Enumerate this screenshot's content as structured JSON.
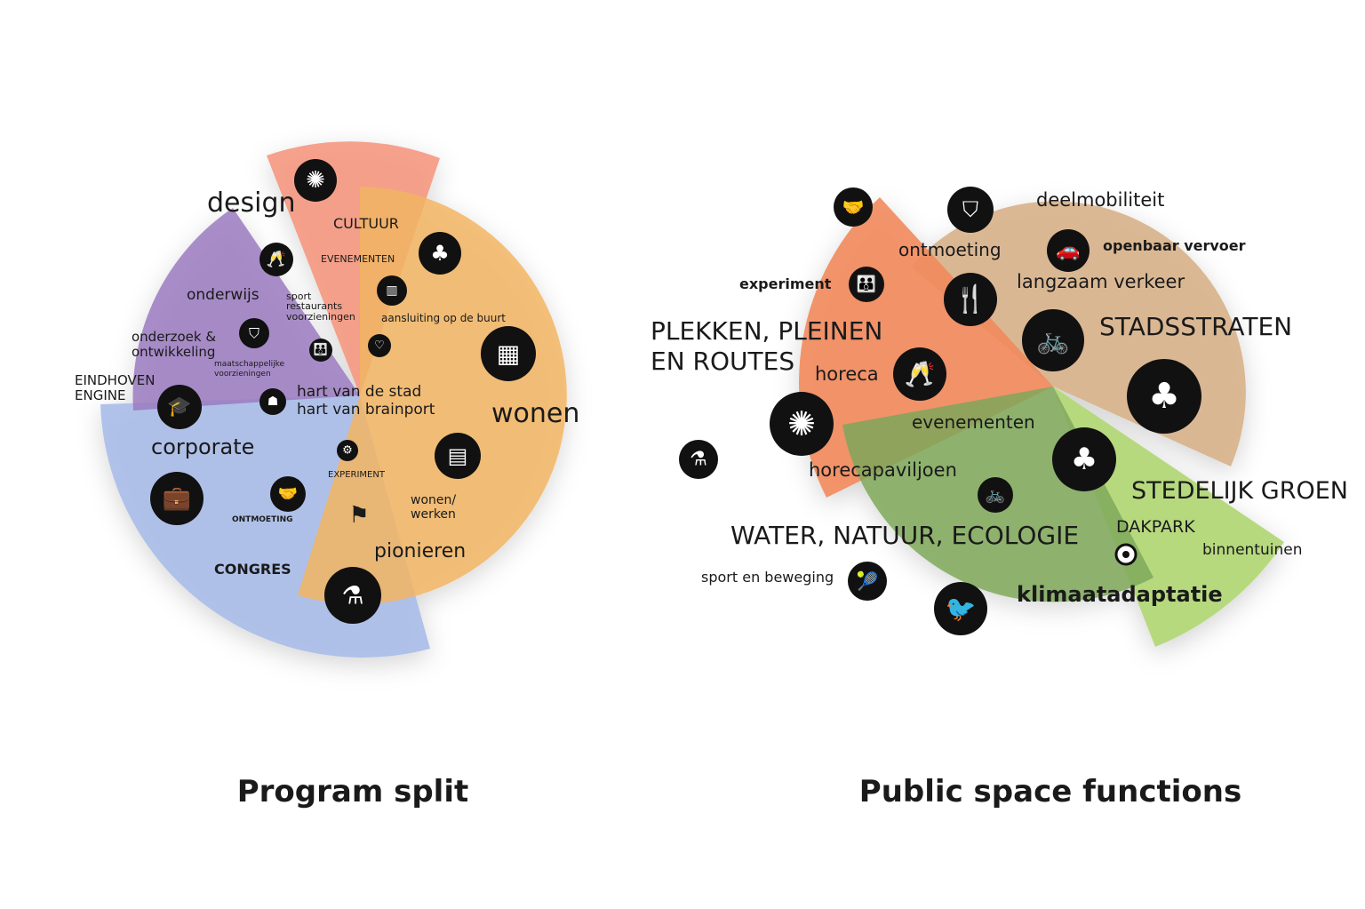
{
  "left": {
    "title": "Program split",
    "labels": {
      "design": "design",
      "cultuur": "CULTUUR",
      "evenementen": "EVENEMENTEN",
      "onderwijs": "onderwijs",
      "sport": "sport",
      "restaurants": "restaurants",
      "voorzieningen": "voorzieningen",
      "onderzoek1": "onderzoek &",
      "onderzoek2": "ontwikkeling",
      "maatschappelijk1": "maatschappelijke",
      "maatschappelijk2": "voorzieningen",
      "eindhoven1": "EINDHOVEN",
      "eindhoven2": "ENGINE",
      "aansluiting": "aansluiting op de buurt",
      "hart1": "hart van de stad",
      "hart2": "hart van brainport",
      "wonen": "wonen",
      "corporate": "corporate",
      "experiment": "EXPERIMENT",
      "wonenwerken1": "wonen/",
      "wonenwerken2": "werken",
      "ontmoeting": "ONTMOETING",
      "pionieren": "pionieren",
      "congres": "CONGRES"
    },
    "colors": {
      "wonen": "#f2b563",
      "cultuur": "#f4937a",
      "onderwijs": "#9b7bc1",
      "corporate": "#a9bde8"
    }
  },
  "right": {
    "title": "Public space functions",
    "labels": {
      "deelmobiliteit": "deelmobiliteit",
      "ontmoeting": "ontmoeting",
      "openbaar": "openbaar vervoer",
      "experiment": "experiment",
      "langzaam": "langzaam verkeer",
      "plekken1": "PLEKKEN, PLEINEN",
      "plekken2": "EN ROUTES",
      "stadsstraten": "STADSSTRATEN",
      "horeca": "horeca",
      "evenementen": "evenementen",
      "horecapaviljoen": "horecapaviljoen",
      "groen": "STEDELIJK GROEN",
      "water": "WATER, NATUUR, ECOLOGIE",
      "dakpark": "DAKPARK",
      "binnentuinen": "binnentuinen",
      "sport": "sport en beweging",
      "klimaat": "klimaatadaptatie"
    },
    "colors": {
      "stadsstraten": "#d9b48e",
      "plekken": "#f28a5c",
      "water": "#7fa85a",
      "groen": "#b3d879"
    }
  }
}
